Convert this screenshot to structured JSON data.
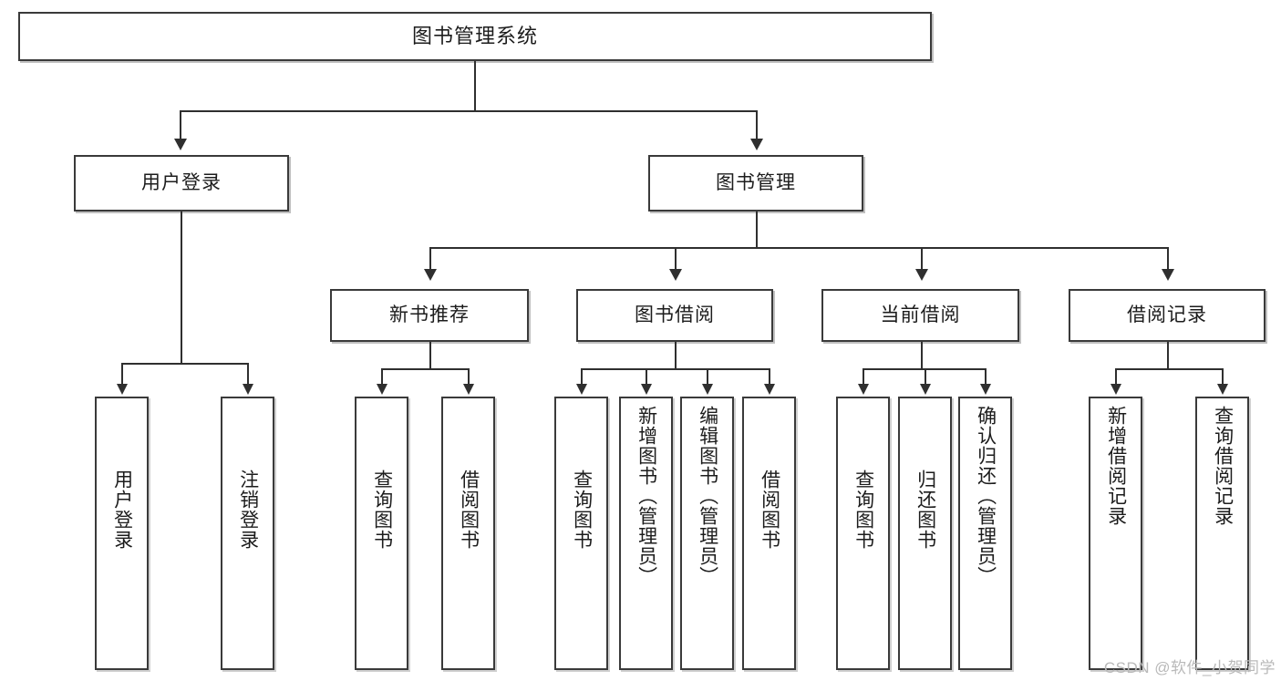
{
  "diagram": {
    "type": "tree-hierarchy",
    "title": "图书管理系统",
    "root": {
      "label": "图书管理系统"
    },
    "level2": [
      {
        "label": "用户登录"
      },
      {
        "label": "图书管理"
      }
    ],
    "level3": [
      {
        "label": "新书推荐"
      },
      {
        "label": "图书借阅"
      },
      {
        "label": "当前借阅"
      },
      {
        "label": "借阅记录"
      }
    ],
    "leaves": {
      "user_login": [
        {
          "label": "用户登录"
        },
        {
          "label": "注销登录"
        }
      ],
      "new_book_recommend": [
        {
          "label": "查询图书"
        },
        {
          "label": "借阅图书"
        }
      ],
      "book_borrow": [
        {
          "label": "查询图书"
        },
        {
          "label": "新增图书（管理员）"
        },
        {
          "label": "编辑图书（管理员）"
        },
        {
          "label": "借阅图书"
        }
      ],
      "current_borrow": [
        {
          "label": "查询图书"
        },
        {
          "label": "归还图书"
        },
        {
          "label": "确认归还（管理员）"
        }
      ],
      "borrow_record": [
        {
          "label": "新增借阅记录"
        },
        {
          "label": "查询借阅记录"
        }
      ]
    }
  },
  "watermark": {
    "text": "CSDN @软件_小贺同学"
  },
  "colors": {
    "box_border": "#3a3a3a",
    "line": "#2f2f2f",
    "text": "#1c1c1c",
    "background": "#ffffff",
    "watermark": "#b9b9b9"
  }
}
